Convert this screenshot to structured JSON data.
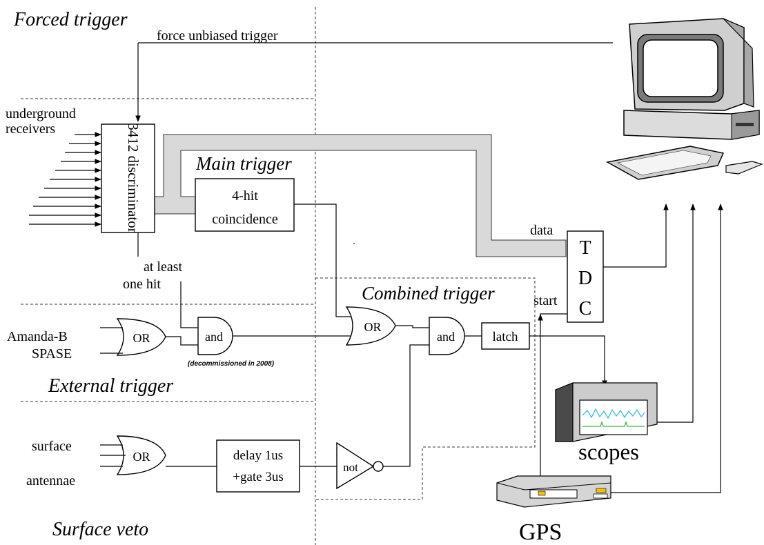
{
  "regions": {
    "forced_trigger": "Forced trigger",
    "main_trigger": "Main trigger",
    "combined_trigger": "Combined trigger",
    "external_trigger": "External trigger",
    "surface_veto": "Surface veto"
  },
  "labels": {
    "force_unbiased": "force unbiased trigger",
    "underground": "underground",
    "receivers": "receivers",
    "discriminator": "3412 discriminator",
    "four_hit": "4-hit",
    "coincidence": "coincidence",
    "at_least": "at least",
    "one_hit": "one hit",
    "data": "data",
    "start": "start",
    "tdc_t": "T",
    "tdc_d": "D",
    "tdc_c": "C",
    "amanda": "Amanda-B",
    "spase": "SPASE",
    "or": "OR",
    "and": "and",
    "not": "not",
    "latch": "latch",
    "decommissioned": "(decommissioned in 2008)",
    "surface": "surface",
    "antennae": "antennae",
    "delay": "delay 1us",
    "gate": "+gate 3us",
    "scopes": "scopes",
    "gps": "GPS"
  },
  "colors": {
    "bus": "#d9d9d9",
    "scope_trace_1": "#38b8e8",
    "scope_trace_2": "#3ab54a",
    "gps_indicator": "#f2c200"
  }
}
